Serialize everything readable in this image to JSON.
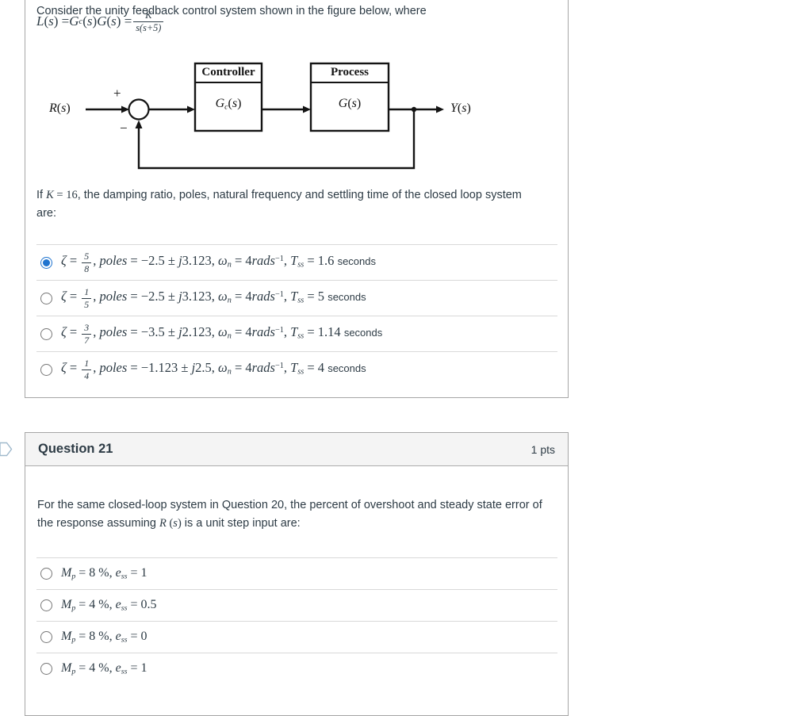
{
  "colors": {
    "text": "#2d3b45",
    "card_border": "#a6a6a6",
    "divider": "#d9d9d9",
    "header_bg": "#f4f4f4",
    "radio_selected": "#2074cf",
    "diagram_ink": "#141414",
    "bookmark_outline": "#9fb9cc"
  },
  "question20": {
    "intro_text": "Consider the unity feedback control system shown in the figure below, where",
    "intro_math": [
      {
        "s": "i",
        "t": "L"
      },
      {
        "s": "rm",
        "t": " ("
      },
      {
        "s": "i",
        "t": "s"
      },
      {
        "s": "rm",
        "t": ") = "
      },
      {
        "s": "i",
        "t": "G"
      },
      {
        "s": "subi",
        "t": "c"
      },
      {
        "s": "rm",
        "t": " ("
      },
      {
        "s": "i",
        "t": "s"
      },
      {
        "s": "rm",
        "t": ") "
      },
      {
        "s": "i",
        "t": "G"
      },
      {
        "s": "rm",
        "t": " ("
      },
      {
        "s": "i",
        "t": "s"
      },
      {
        "s": "rm",
        "t": ") = "
      },
      {
        "s": "frac",
        "num": "K",
        "den": "s(s+5)"
      }
    ],
    "diagram": {
      "input": [
        {
          "s": "i",
          "t": "R"
        },
        {
          "s": "rm",
          "t": "("
        },
        {
          "s": "i",
          "t": "s"
        },
        {
          "s": "rm",
          "t": ")"
        }
      ],
      "plus": "+",
      "minus": "−",
      "controller_title": "Controller",
      "controller_body": [
        {
          "s": "i",
          "t": "G"
        },
        {
          "s": "subi",
          "t": "c"
        },
        {
          "s": "rm",
          "t": "("
        },
        {
          "s": "i",
          "t": "s"
        },
        {
          "s": "rm",
          "t": ")"
        }
      ],
      "process_title": "Process",
      "process_body": [
        {
          "s": "i",
          "t": "G"
        },
        {
          "s": "rm",
          "t": "("
        },
        {
          "s": "i",
          "t": "s"
        },
        {
          "s": "rm",
          "t": ")"
        }
      ],
      "output": [
        {
          "s": "i",
          "t": "Y"
        },
        {
          "s": "rm",
          "t": "("
        },
        {
          "s": "i",
          "t": "s"
        },
        {
          "s": "rm",
          "t": ")"
        }
      ]
    },
    "prompt": [
      {
        "s": "sans",
        "t": "If "
      },
      {
        "s": "i",
        "t": "K"
      },
      {
        "s": "rm",
        "t": " = 16"
      },
      {
        "s": "sans",
        "t": ", the damping ratio, poles, natural frequency and settling time of the closed loop system"
      },
      {
        "s": "br"
      },
      {
        "s": "sans",
        "t": "are:"
      }
    ],
    "options": [
      {
        "selected": true,
        "runs": [
          {
            "s": "i",
            "t": "ζ"
          },
          {
            "s": "rm",
            "t": " = "
          },
          {
            "s": "frac",
            "num": "5",
            "den": "8"
          },
          {
            "s": "rm",
            "t": ", "
          },
          {
            "s": "i",
            "t": "poles"
          },
          {
            "s": "rm",
            "t": " = −2.5 ± "
          },
          {
            "s": "i",
            "t": "j"
          },
          {
            "s": "rm",
            "t": "3.123, "
          },
          {
            "s": "i",
            "t": "ω"
          },
          {
            "s": "subi",
            "t": "n"
          },
          {
            "s": "rm",
            "t": " = 4"
          },
          {
            "s": "i",
            "t": "rads"
          },
          {
            "s": "sup",
            "t": "−1"
          },
          {
            "s": "rm",
            "t": ", "
          },
          {
            "s": "i",
            "t": "T"
          },
          {
            "s": "subi",
            "t": "ss"
          },
          {
            "s": "rm",
            "t": " = 1.6 "
          },
          {
            "s": "unit",
            "t": "seconds"
          }
        ]
      },
      {
        "selected": false,
        "runs": [
          {
            "s": "i",
            "t": "ζ"
          },
          {
            "s": "rm",
            "t": " = "
          },
          {
            "s": "frac",
            "num": "1",
            "den": "5"
          },
          {
            "s": "rm",
            "t": ", "
          },
          {
            "s": "i",
            "t": "poles"
          },
          {
            "s": "rm",
            "t": " = −2.5 ± "
          },
          {
            "s": "i",
            "t": "j"
          },
          {
            "s": "rm",
            "t": "3.123, "
          },
          {
            "s": "i",
            "t": "ω"
          },
          {
            "s": "subi",
            "t": "n"
          },
          {
            "s": "rm",
            "t": " =  4"
          },
          {
            "s": "i",
            "t": "rads"
          },
          {
            "s": "sup",
            "t": "−1"
          },
          {
            "s": "rm",
            "t": ", "
          },
          {
            "s": "i",
            "t": "T"
          },
          {
            "s": "subi",
            "t": "ss"
          },
          {
            "s": "rm",
            "t": " = 5 "
          },
          {
            "s": "unit",
            "t": "seconds"
          }
        ]
      },
      {
        "selected": false,
        "runs": [
          {
            "s": "i",
            "t": "ζ"
          },
          {
            "s": "rm",
            "t": " = "
          },
          {
            "s": "frac",
            "num": "3",
            "den": "7"
          },
          {
            "s": "rm",
            "t": ", "
          },
          {
            "s": "i",
            "t": "poles"
          },
          {
            "s": "rm",
            "t": " = −3.5 ± "
          },
          {
            "s": "i",
            "t": "j"
          },
          {
            "s": "rm",
            "t": "2.123, "
          },
          {
            "s": "i",
            "t": "ω"
          },
          {
            "s": "subi",
            "t": "n"
          },
          {
            "s": "rm",
            "t": " = 4"
          },
          {
            "s": "i",
            "t": "rads"
          },
          {
            "s": "sup",
            "t": "−1"
          },
          {
            "s": "rm",
            "t": ", "
          },
          {
            "s": "i",
            "t": "T"
          },
          {
            "s": "subi",
            "t": "ss"
          },
          {
            "s": "rm",
            "t": " = 1.14 "
          },
          {
            "s": "unit",
            "t": "seconds"
          }
        ]
      },
      {
        "selected": false,
        "runs": [
          {
            "s": "i",
            "t": "ζ"
          },
          {
            "s": "rm",
            "t": " = "
          },
          {
            "s": "frac",
            "num": "1",
            "den": "4"
          },
          {
            "s": "rm",
            "t": ", "
          },
          {
            "s": "i",
            "t": "poles"
          },
          {
            "s": "rm",
            "t": " = −1.123 ± "
          },
          {
            "s": "i",
            "t": "j"
          },
          {
            "s": "rm",
            "t": "2.5, "
          },
          {
            "s": "i",
            "t": "ω"
          },
          {
            "s": "subi",
            "t": "n"
          },
          {
            "s": "rm",
            "t": " = 4"
          },
          {
            "s": "i",
            "t": "rads"
          },
          {
            "s": "sup",
            "t": "−1"
          },
          {
            "s": "rm",
            "t": ", "
          },
          {
            "s": "i",
            "t": "T"
          },
          {
            "s": "subi",
            "t": "ss"
          },
          {
            "s": "rm",
            "t": " = 4 "
          },
          {
            "s": "unit",
            "t": "seconds"
          }
        ]
      }
    ]
  },
  "question21": {
    "title": "Question 21",
    "points": "1 pts",
    "prompt": [
      {
        "s": "sans",
        "t": "For the same closed-loop system in Question 20, the percent of overshoot and steady state error of"
      },
      {
        "s": "br"
      },
      {
        "s": "sans",
        "t": "the response assuming "
      },
      {
        "s": "i",
        "t": "R"
      },
      {
        "s": "rm",
        "t": " ("
      },
      {
        "s": "i",
        "t": "s"
      },
      {
        "s": "rm",
        "t": ")"
      },
      {
        "s": "sans",
        "t": " is a unit step input are:"
      }
    ],
    "options": [
      {
        "selected": false,
        "runs": [
          {
            "s": "i",
            "t": "M"
          },
          {
            "s": "subi",
            "t": "p"
          },
          {
            "s": "rm",
            "t": " = 8 %, "
          },
          {
            "s": "i",
            "t": "e"
          },
          {
            "s": "subi",
            "t": "ss"
          },
          {
            "s": "rm",
            "t": " = 1"
          }
        ]
      },
      {
        "selected": false,
        "runs": [
          {
            "s": "i",
            "t": "M"
          },
          {
            "s": "subi",
            "t": "p"
          },
          {
            "s": "rm",
            "t": " = 4 %, "
          },
          {
            "s": "i",
            "t": "e"
          },
          {
            "s": "subi",
            "t": "ss"
          },
          {
            "s": "rm",
            "t": " = 0.5"
          }
        ]
      },
      {
        "selected": false,
        "runs": [
          {
            "s": "i",
            "t": "M"
          },
          {
            "s": "subi",
            "t": "p"
          },
          {
            "s": "rm",
            "t": " = 8 %, "
          },
          {
            "s": "i",
            "t": "e"
          },
          {
            "s": "subi",
            "t": "ss"
          },
          {
            "s": "rm",
            "t": " = 0"
          }
        ]
      },
      {
        "selected": false,
        "runs": [
          {
            "s": "i",
            "t": "M"
          },
          {
            "s": "subi",
            "t": "p"
          },
          {
            "s": "rm",
            "t": " = 4 %, "
          },
          {
            "s": "i",
            "t": "e"
          },
          {
            "s": "subi",
            "t": "ss"
          },
          {
            "s": "rm",
            "t": " = 1"
          }
        ]
      }
    ]
  }
}
